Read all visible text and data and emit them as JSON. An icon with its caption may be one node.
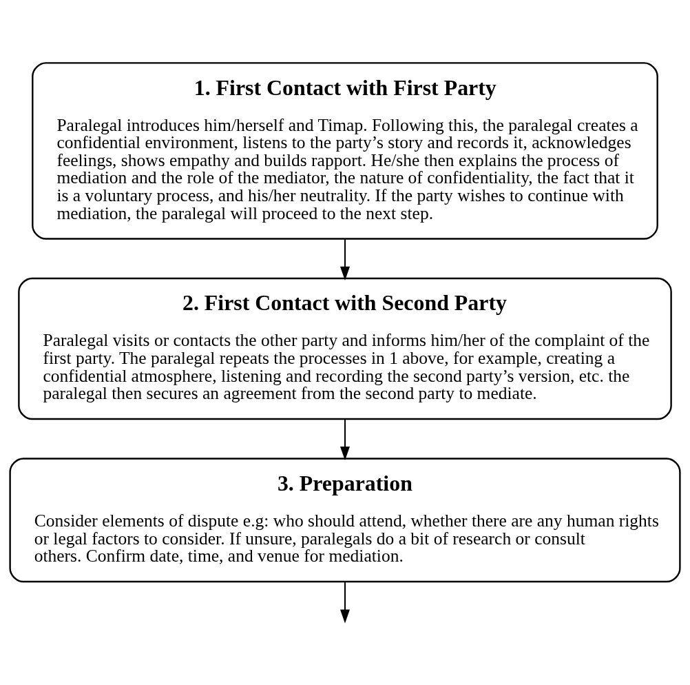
{
  "diagram": {
    "nodes": [
      {
        "text": [
          "1. First Contact with First Party",
          "Paralegal introduces him/herself and Timap. Following this, the paralegal creates a confidential environment, listens to the party’s story and records it, acknowledges feelings, shows empathy and builds rapport. He/she then explains the process of mediation and the role of the mediator, the nature of confidentiality, the fact that it is a voluntary process, and his/her neutrality. If the party wishes to continue with mediation, the paralegal will proceed to the next step."
        ]
      },
      {
        "text": [
          "2. First Contact with Second Party",
          "Paralegal visits or contacts the other party and informs him/her of the complaint of the first party. The paralegal repeats the processes in 1 above, for example, creating a confidential atmosphere, listening and recording the second party’s version, etc. the paralegal then secures an agreement from the second party to mediate."
        ]
      },
      {
        "text": [
          "3. Preparation",
          "Consider elements of dispute e.g: who should attend, whether there are any human rights or legal factors to consider. If unsure, paralegals do a bit of research or consult others. Confirm date, time, and venue for mediation."
        ]
      }
    ],
    "edges": [
      {
        "from": 0,
        "to": 1,
        "arrow": "to"
      },
      {
        "from": 1,
        "to": 2,
        "arrow": "to"
      },
      {
        "from": 2,
        "to": null,
        "arrow": "to"
      }
    ]
  }
}
